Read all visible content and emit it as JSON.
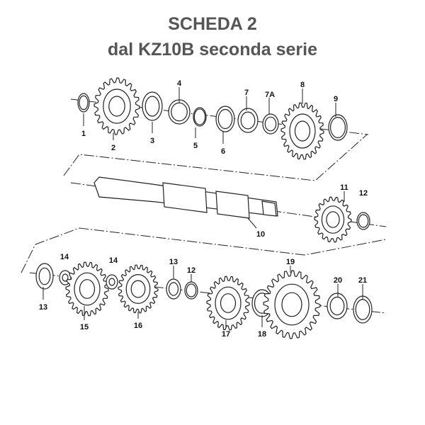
{
  "header": {
    "title": "SCHEDA 2",
    "subtitle": "dal KZ10B seconda serie"
  },
  "labels": {
    "p1": "1",
    "p2": "2",
    "p3": "3",
    "p4": "4",
    "p5": "5",
    "p6": "6",
    "p7": "7",
    "p7a": "7A",
    "p8": "8",
    "p9": "9",
    "p10": "10",
    "p11": "11",
    "p12a": "12",
    "p13a": "13",
    "p14a": "14",
    "p14b": "14",
    "p15": "15",
    "p16": "16",
    "p13b": "13",
    "p12b": "12",
    "p17": "17",
    "p18": "18",
    "p19": "19",
    "p20": "20",
    "p21": "21"
  }
}
